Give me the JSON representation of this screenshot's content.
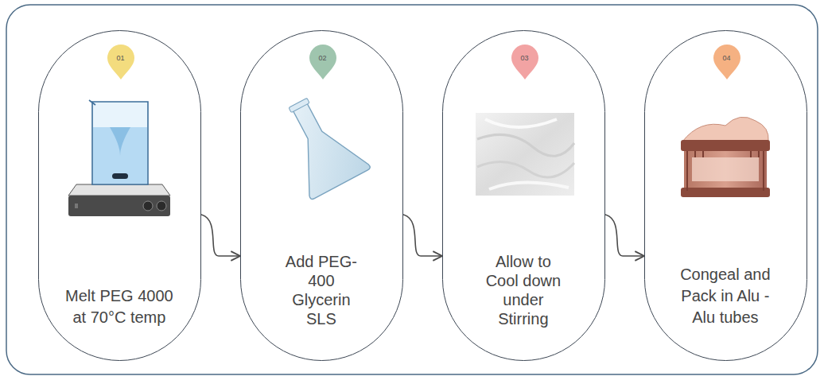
{
  "diagram": {
    "nodes": [
      {
        "text": [
          "Melt PEG 4000 at 70°C temp"
        ]
      },
      {
        "text": [
          "01"
        ],
        "in": 0
      },
      {
        "text": [
          "Add PEG- 400 Glycerin SLS"
        ]
      },
      {
        "text": [
          "02"
        ],
        "in": 2
      },
      {
        "text": [
          "Allow to Cool down under Stirring"
        ]
      },
      {
        "text": [
          "03"
        ],
        "in": 4
      },
      {
        "text": [
          "Congeal and Pack in Alu -Alu tubes"
        ]
      },
      {
        "text": [
          "04"
        ],
        "in": 6
      }
    ],
    "edges": [
      {
        "from": 0,
        "to": 2,
        "arrow": "to"
      },
      {
        "from": 2,
        "to": 4,
        "arrow": "to"
      },
      {
        "from": 4,
        "to": 6,
        "arrow": "to"
      }
    ]
  }
}
